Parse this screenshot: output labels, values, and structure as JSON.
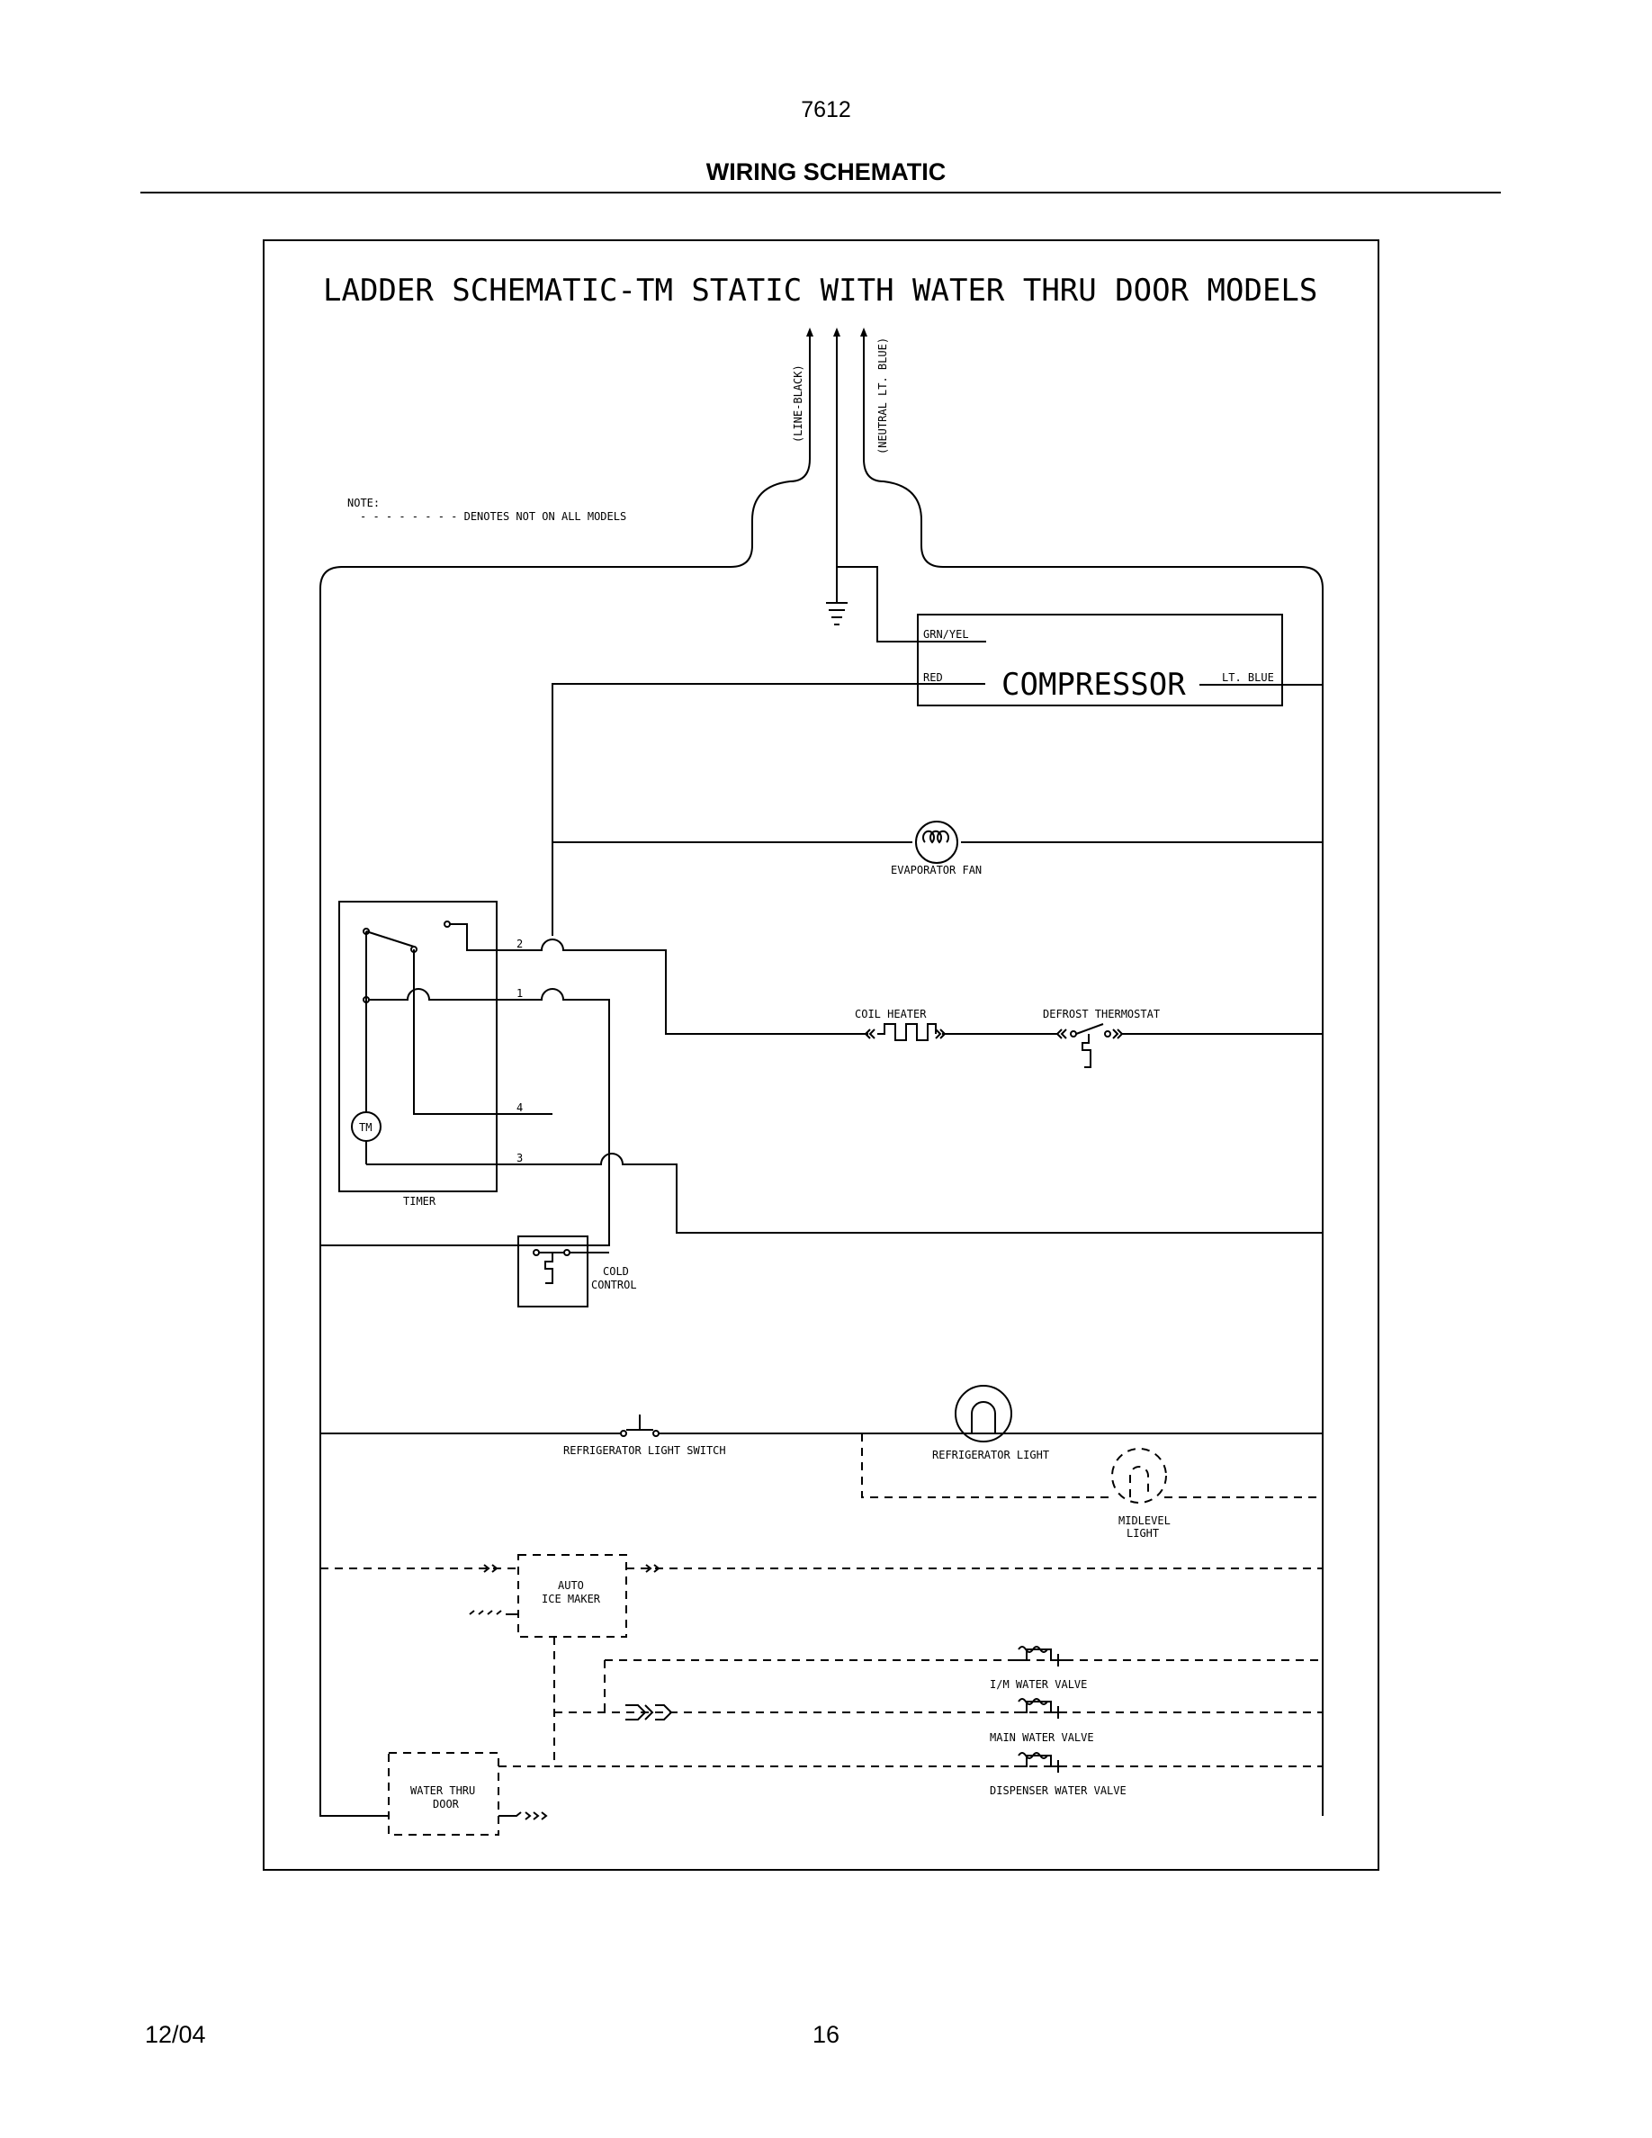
{
  "header": {
    "model": "7612",
    "section_title": "WIRING SCHEMATIC"
  },
  "footer": {
    "date": "12/04",
    "page_number": "16"
  },
  "diagram": {
    "title": "LADDER SCHEMATIC-TM STATIC WITH WATER THRU DOOR MODELS",
    "supply": {
      "line": "(LINE-BLACK)",
      "neutral": "(NEUTRAL LT. BLUE)"
    },
    "note": {
      "label": "NOTE:",
      "text": "- - - - - - - - DENOTES NOT ON ALL MODELS"
    },
    "compressor": {
      "name": "COMPRESSOR",
      "grn_yel": "GRN/YEL",
      "red": "RED",
      "lt_blue": "LT. BLUE"
    },
    "evaporator_fan": "EVAPORATOR FAN",
    "coil_heater": "COIL HEATER",
    "defrost_thermostat": "DEFROST THERMOSTAT",
    "timer": {
      "label": "TIMER",
      "motor": "TM",
      "terminals": [
        "2",
        "1",
        "4",
        "3"
      ]
    },
    "cold_control": {
      "line1": "COLD",
      "line2": "CONTROL"
    },
    "refrigerator_light_switch": "REFRIGERATOR LIGHT SWITCH",
    "refrigerator_light": "REFRIGERATOR LIGHT",
    "midlevel_light": {
      "line1": "MIDLEVEL",
      "line2": "LIGHT"
    },
    "auto_ice_maker": {
      "line1": "AUTO",
      "line2": "ICE MAKER"
    },
    "im_water_valve": "I/M WATER VALVE",
    "main_water_valve": "MAIN WATER VALVE",
    "dispenser_water_valve": "DISPENSER WATER VALVE",
    "water_thru_door": {
      "line1": "WATER THRU",
      "line2": "DOOR"
    }
  }
}
